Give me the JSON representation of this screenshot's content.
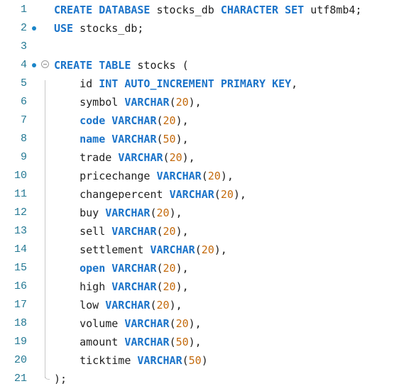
{
  "editor": {
    "lines": [
      {
        "num": "1",
        "changed": false,
        "tokens": [
          [
            "kw",
            "CREATE"
          ],
          [
            "p",
            " "
          ],
          [
            "kw",
            "DATABASE"
          ],
          [
            "p",
            " stocks_db "
          ],
          [
            "kw",
            "CHARACTER"
          ],
          [
            "p",
            " "
          ],
          [
            "kw",
            "SET"
          ],
          [
            "p",
            " utf8mb4;"
          ]
        ]
      },
      {
        "num": "2",
        "changed": true,
        "tokens": [
          [
            "kw",
            "USE"
          ],
          [
            "p",
            " stocks_db;"
          ]
        ]
      },
      {
        "num": "3",
        "changed": false,
        "tokens": []
      },
      {
        "num": "4",
        "changed": true,
        "fold": true,
        "tokens": [
          [
            "kw",
            "CREATE"
          ],
          [
            "p",
            " "
          ],
          [
            "kw",
            "TABLE"
          ],
          [
            "p",
            " stocks ("
          ]
        ]
      },
      {
        "num": "5",
        "changed": false,
        "tokens": [
          [
            "p",
            "    id "
          ],
          [
            "kw",
            "INT"
          ],
          [
            "p",
            " "
          ],
          [
            "kw",
            "AUTO_INCREMENT"
          ],
          [
            "p",
            " "
          ],
          [
            "kw",
            "PRIMARY"
          ],
          [
            "p",
            " "
          ],
          [
            "kw",
            "KEY"
          ],
          [
            "p",
            ","
          ]
        ]
      },
      {
        "num": "6",
        "changed": false,
        "tokens": [
          [
            "p",
            "    symbol "
          ],
          [
            "kw",
            "VARCHAR"
          ],
          [
            "p",
            "("
          ],
          [
            "num",
            "20"
          ],
          [
            "p",
            "),"
          ]
        ]
      },
      {
        "num": "7",
        "changed": false,
        "tokens": [
          [
            "p",
            "    "
          ],
          [
            "kw",
            "code"
          ],
          [
            "p",
            " "
          ],
          [
            "kw",
            "VARCHAR"
          ],
          [
            "p",
            "("
          ],
          [
            "num",
            "20"
          ],
          [
            "p",
            "),"
          ]
        ]
      },
      {
        "num": "8",
        "changed": false,
        "tokens": [
          [
            "p",
            "    "
          ],
          [
            "kw",
            "name"
          ],
          [
            "p",
            " "
          ],
          [
            "kw",
            "VARCHAR"
          ],
          [
            "p",
            "("
          ],
          [
            "num",
            "50"
          ],
          [
            "p",
            "),"
          ]
        ]
      },
      {
        "num": "9",
        "changed": false,
        "tokens": [
          [
            "p",
            "    trade "
          ],
          [
            "kw",
            "VARCHAR"
          ],
          [
            "p",
            "("
          ],
          [
            "num",
            "20"
          ],
          [
            "p",
            "),"
          ]
        ]
      },
      {
        "num": "10",
        "changed": false,
        "tokens": [
          [
            "p",
            "    pricechange "
          ],
          [
            "kw",
            "VARCHAR"
          ],
          [
            "p",
            "("
          ],
          [
            "num",
            "20"
          ],
          [
            "p",
            "),"
          ]
        ]
      },
      {
        "num": "11",
        "changed": false,
        "tokens": [
          [
            "p",
            "    changepercent "
          ],
          [
            "kw",
            "VARCHAR"
          ],
          [
            "p",
            "("
          ],
          [
            "num",
            "20"
          ],
          [
            "p",
            "),"
          ]
        ]
      },
      {
        "num": "12",
        "changed": false,
        "tokens": [
          [
            "p",
            "    buy "
          ],
          [
            "kw",
            "VARCHAR"
          ],
          [
            "p",
            "("
          ],
          [
            "num",
            "20"
          ],
          [
            "p",
            "),"
          ]
        ]
      },
      {
        "num": "13",
        "changed": false,
        "tokens": [
          [
            "p",
            "    sell "
          ],
          [
            "kw",
            "VARCHAR"
          ],
          [
            "p",
            "("
          ],
          [
            "num",
            "20"
          ],
          [
            "p",
            "),"
          ]
        ]
      },
      {
        "num": "14",
        "changed": false,
        "tokens": [
          [
            "p",
            "    settlement "
          ],
          [
            "kw",
            "VARCHAR"
          ],
          [
            "p",
            "("
          ],
          [
            "num",
            "20"
          ],
          [
            "p",
            "),"
          ]
        ]
      },
      {
        "num": "15",
        "changed": false,
        "tokens": [
          [
            "p",
            "    "
          ],
          [
            "kw",
            "open"
          ],
          [
            "p",
            " "
          ],
          [
            "kw",
            "VARCHAR"
          ],
          [
            "p",
            "("
          ],
          [
            "num",
            "20"
          ],
          [
            "p",
            "),"
          ]
        ]
      },
      {
        "num": "16",
        "changed": false,
        "tokens": [
          [
            "p",
            "    high "
          ],
          [
            "kw",
            "VARCHAR"
          ],
          [
            "p",
            "("
          ],
          [
            "num",
            "20"
          ],
          [
            "p",
            "),"
          ]
        ]
      },
      {
        "num": "17",
        "changed": false,
        "tokens": [
          [
            "p",
            "    low "
          ],
          [
            "kw",
            "VARCHAR"
          ],
          [
            "p",
            "("
          ],
          [
            "num",
            "20"
          ],
          [
            "p",
            "),"
          ]
        ]
      },
      {
        "num": "18",
        "changed": false,
        "tokens": [
          [
            "p",
            "    volume "
          ],
          [
            "kw",
            "VARCHAR"
          ],
          [
            "p",
            "("
          ],
          [
            "num",
            "20"
          ],
          [
            "p",
            "),"
          ]
        ]
      },
      {
        "num": "19",
        "changed": false,
        "tokens": [
          [
            "p",
            "    amount "
          ],
          [
            "kw",
            "VARCHAR"
          ],
          [
            "p",
            "("
          ],
          [
            "num",
            "50"
          ],
          [
            "p",
            "),"
          ]
        ]
      },
      {
        "num": "20",
        "changed": false,
        "tokens": [
          [
            "p",
            "    ticktime "
          ],
          [
            "kw",
            "VARCHAR"
          ],
          [
            "p",
            "("
          ],
          [
            "num",
            "50"
          ],
          [
            "p",
            ")"
          ]
        ]
      },
      {
        "num": "21",
        "changed": false,
        "tokens": [
          [
            "p",
            ");"
          ]
        ]
      }
    ]
  },
  "colors": {
    "keyword": "#1a73c9",
    "number": "#c46a0c",
    "line_number": "#237893",
    "change_dot": "#1a85c8",
    "text": "#1f1f1f",
    "background": "#ffffff"
  },
  "icons": {
    "fold": "fold-collapse-icon",
    "change": "modified-line-dot-icon"
  }
}
